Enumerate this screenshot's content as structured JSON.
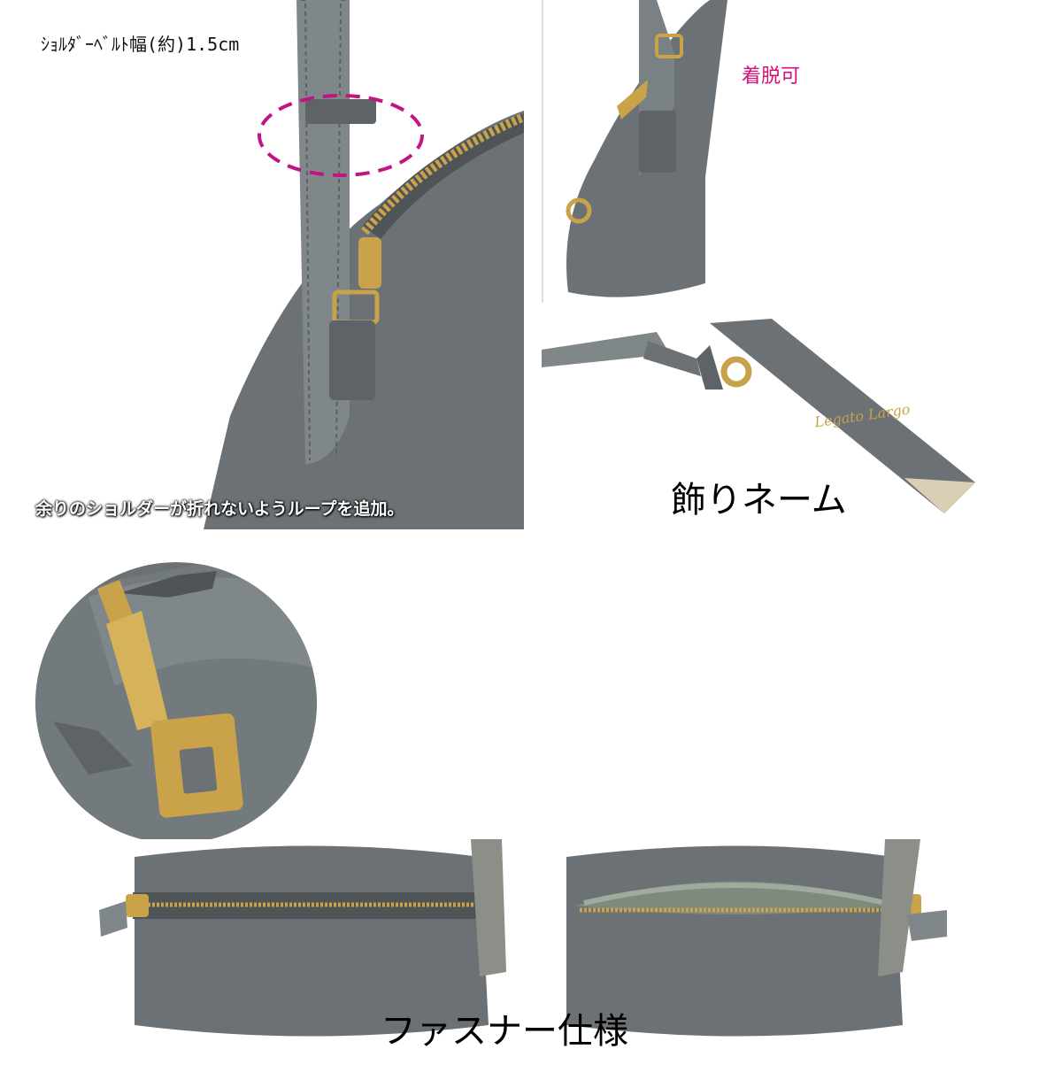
{
  "labels": {
    "belt_width": "ｼｮﾙﾀﾞｰﾍﾞﾙﾄ幅(約)1.5cm",
    "detachable": "着脱可",
    "loop_note": "余りのショルダーが折れないようループを追加。",
    "deco_name": "飾りネーム",
    "zipper_spec": "ファスナー仕様"
  },
  "tag": {
    "brand_script": "Legato Largo"
  },
  "colors": {
    "leather": "#6b7174",
    "leather_light": "#80878a",
    "leather_dark": "#4f5457",
    "gold": "#c9a24a",
    "accent_magenta": "#d0127a",
    "lining": "#7e8a7c"
  },
  "icons": [
    "bag-strap-photo",
    "zipper-pull-photo",
    "name-tag-photo"
  ]
}
